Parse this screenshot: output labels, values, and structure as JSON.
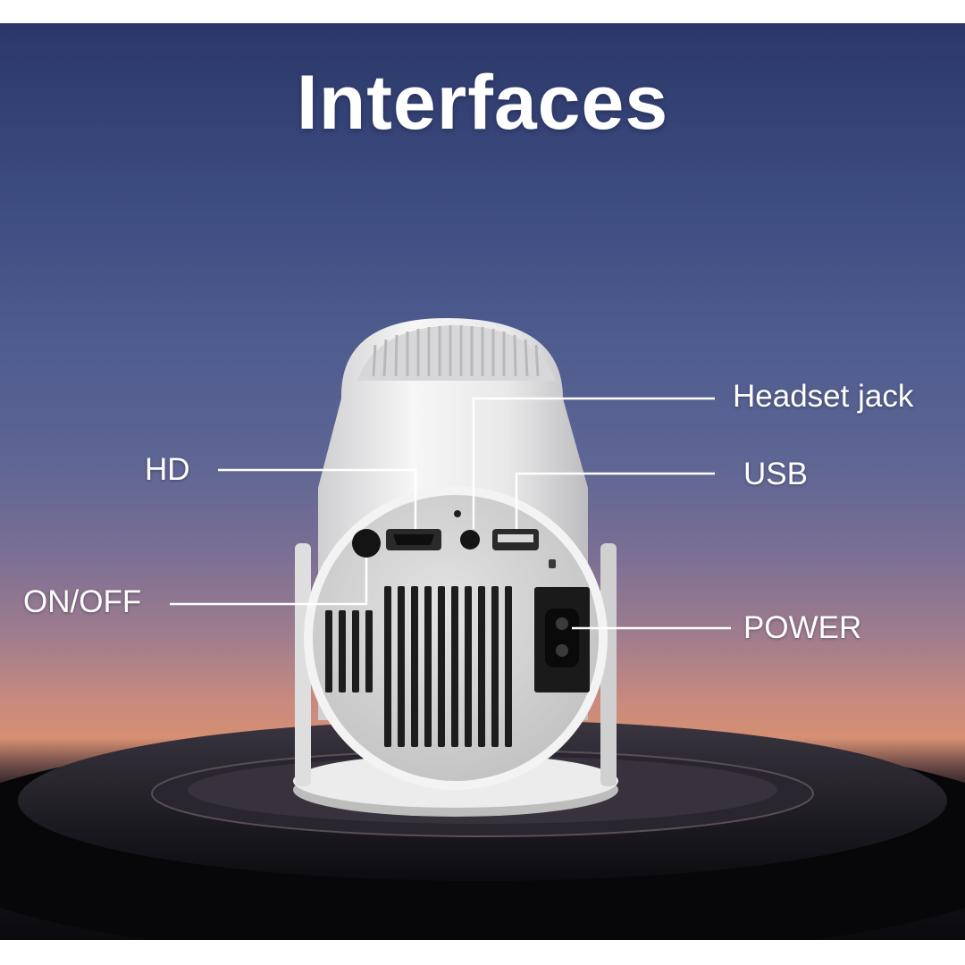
{
  "title": "Interfaces",
  "labels": {
    "headset": "Headset jack",
    "usb": "USB",
    "hd": "HD",
    "onoff": "ON/OFF",
    "power": "POWER"
  },
  "colors": {
    "sky_top": "#2b3768",
    "sky_glow": "#d58f72",
    "device_body": "#eeeeee",
    "panel": "#cfcfcf",
    "vent": "#1f1f1f",
    "leader_line": "#ffffff"
  }
}
